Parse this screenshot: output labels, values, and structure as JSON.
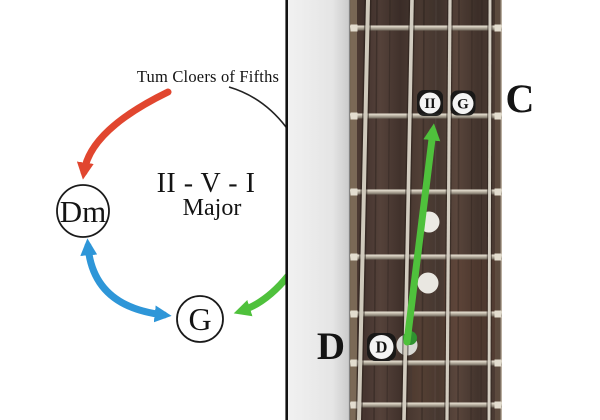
{
  "diagram": {
    "title": "Tum Cloers of Fifths",
    "progression": "II - V - I",
    "mode": "Major",
    "node_ii": "Dm",
    "node_v": "G"
  },
  "fretboard": {
    "badge_ii": "II",
    "badge_g": "G",
    "badge_d": "D",
    "open_note_label": "D",
    "target_note_label": "C"
  },
  "colors": {
    "arrow_red": "#e1462f",
    "arrow_blue": "#2e96d8",
    "arrow_green": "#4fc13c",
    "arrow_green_dark": "#2f9230",
    "circle_stroke": "#1a1a1a",
    "border": "#111111",
    "badge_bg": "#161616",
    "badge_face": "#f4f4f4"
  }
}
